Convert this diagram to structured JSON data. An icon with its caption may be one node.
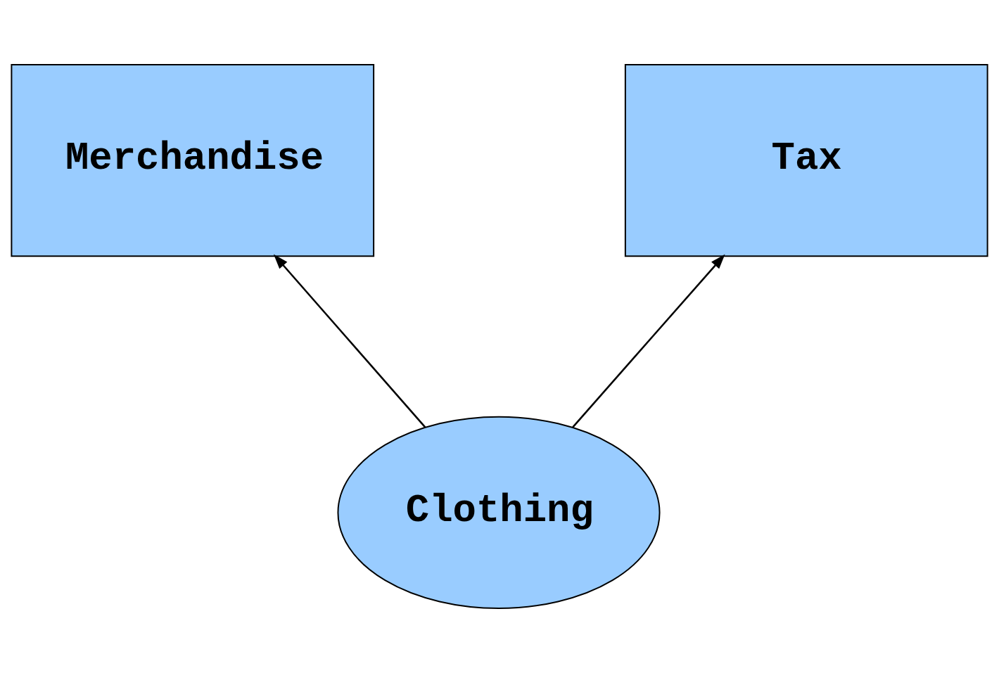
{
  "diagram": {
    "nodes": [
      {
        "text": [
          "Merchandise"
        ]
      },
      {
        "text": [
          "Tax"
        ]
      },
      {
        "text": [
          "Clothing"
        ]
      }
    ],
    "edges": [
      {
        "from": 2,
        "to": 0,
        "arrow": "to"
      },
      {
        "from": 2,
        "to": 1,
        "arrow": "to"
      }
    ]
  }
}
